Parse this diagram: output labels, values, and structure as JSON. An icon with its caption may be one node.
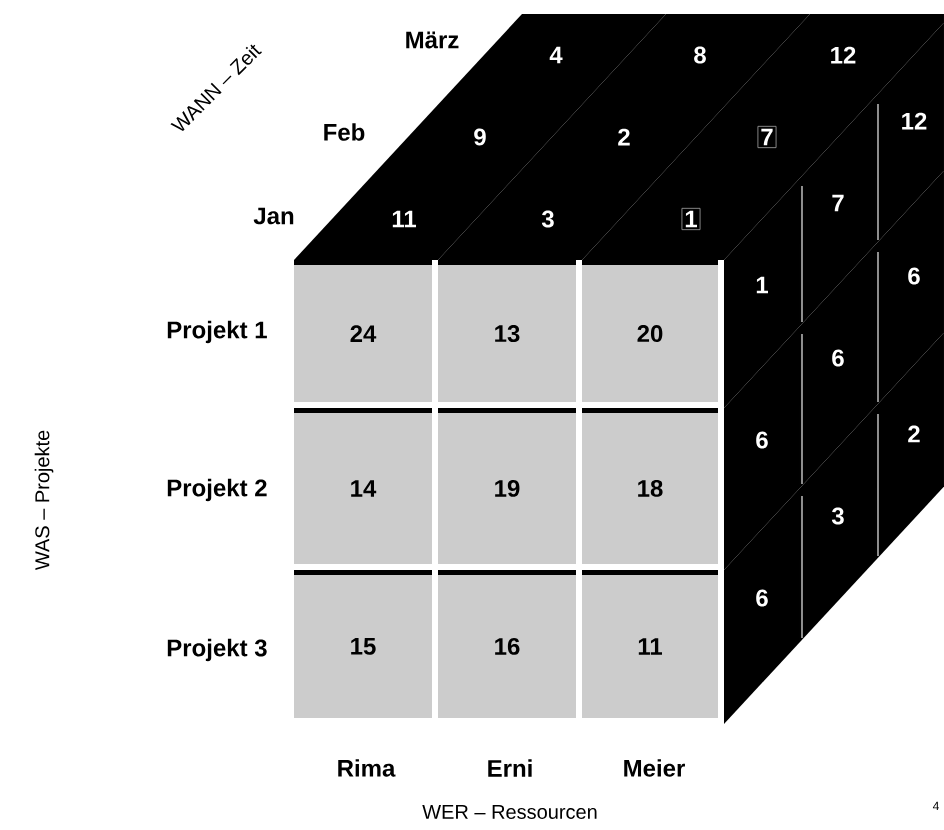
{
  "diagram": {
    "nodes": [
      {
        "text": [
          "4"
        ]
      },
      {
        "text": [
          "8"
        ]
      },
      {
        "text": [
          "12"
        ]
      },
      {
        "text": [
          "9"
        ]
      },
      {
        "text": [
          "2"
        ]
      },
      {
        "text": [
          "7"
        ]
      },
      {
        "text": [
          "11"
        ]
      },
      {
        "text": [
          "3"
        ]
      },
      {
        "text": [
          "1"
        ]
      },
      {
        "text": [
          "24"
        ]
      },
      {
        "text": [
          "13"
        ]
      },
      {
        "text": [
          "20"
        ]
      },
      {
        "text": [
          "14"
        ]
      },
      {
        "text": [
          "19"
        ]
      },
      {
        "text": [
          "18"
        ]
      },
      {
        "text": [
          "15"
        ]
      },
      {
        "text": [
          "16"
        ]
      },
      {
        "text": [
          "11"
        ]
      },
      {
        "text": [
          "1"
        ]
      },
      {
        "text": [
          "6"
        ]
      },
      {
        "text": [
          "6"
        ]
      },
      {
        "text": [
          "7"
        ]
      },
      {
        "text": [
          "6"
        ]
      },
      {
        "text": [
          "3"
        ]
      },
      {
        "text": [
          "12"
        ]
      },
      {
        "text": [
          "6"
        ]
      },
      {
        "text": [
          "2"
        ]
      }
    ],
    "labels": [
      "WANN – Zeit",
      "März",
      "Feb",
      "Jan",
      "Projekt 1",
      "Projekt 2",
      "Projekt 3",
      "WAS – Projekte",
      "Rima",
      "Erni",
      "Meier",
      "WER – Ressourcen",
      "4"
    ]
  }
}
